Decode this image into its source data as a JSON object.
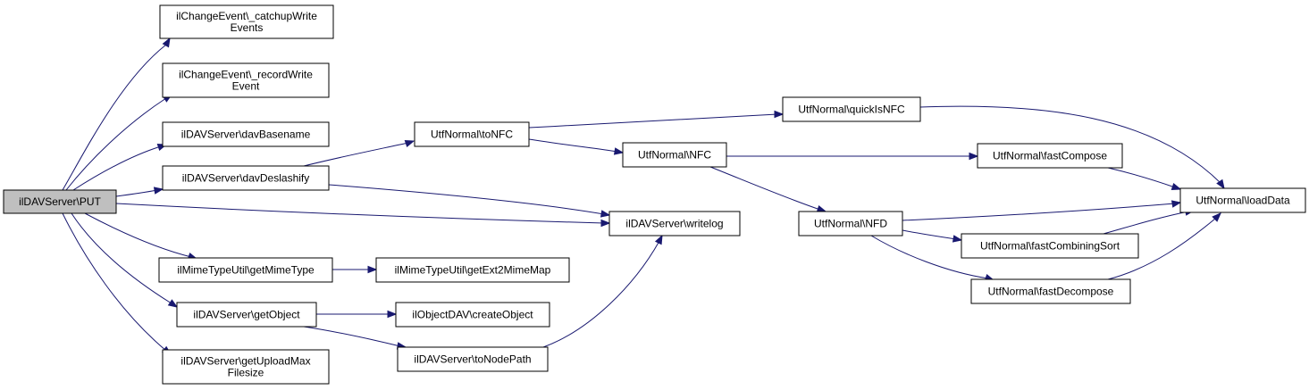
{
  "diagram": {
    "type": "call-graph",
    "colors": {
      "edge": "#191970",
      "root_fill": "#bfbfbf",
      "node_fill": "#ffffff",
      "node_border": "#000000"
    },
    "nodes": [
      {
        "id": "put",
        "lines": [
          "ilDAVServer\\PUT"
        ],
        "root": true
      },
      {
        "id": "catchup",
        "lines": [
          "ilChangeEvent\\_catchupWrite",
          "Events"
        ]
      },
      {
        "id": "record",
        "lines": [
          "ilChangeEvent\\_recordWrite",
          "Event"
        ]
      },
      {
        "id": "basename",
        "lines": [
          "ilDAVServer\\davBasename"
        ]
      },
      {
        "id": "deslashify",
        "lines": [
          "ilDAVServer\\davDeslashify"
        ]
      },
      {
        "id": "getmime",
        "lines": [
          "ilMimeTypeUtil\\getMimeType"
        ]
      },
      {
        "id": "getobject",
        "lines": [
          "ilDAVServer\\getObject"
        ]
      },
      {
        "id": "uploadmax",
        "lines": [
          "ilDAVServer\\getUploadMax",
          "Filesize"
        ]
      },
      {
        "id": "tonfc",
        "lines": [
          "UtfNormal\\toNFC"
        ]
      },
      {
        "id": "writelog",
        "lines": [
          "ilDAVServer\\writelog"
        ]
      },
      {
        "id": "ext2mime",
        "lines": [
          "ilMimeTypeUtil\\getExt2MimeMap"
        ]
      },
      {
        "id": "createobject",
        "lines": [
          "ilObjectDAV\\createObject"
        ]
      },
      {
        "id": "tonodepath",
        "lines": [
          "ilDAVServer\\toNodePath"
        ]
      },
      {
        "id": "quickisnfc",
        "lines": [
          "UtfNormal\\quickIsNFC"
        ]
      },
      {
        "id": "nfc",
        "lines": [
          "UtfNormal\\NFC"
        ]
      },
      {
        "id": "nfd",
        "lines": [
          "UtfNormal\\NFD"
        ]
      },
      {
        "id": "fastcompose",
        "lines": [
          "UtfNormal\\fastCompose"
        ]
      },
      {
        "id": "fastcombining",
        "lines": [
          "UtfNormal\\fastCombiningSort"
        ]
      },
      {
        "id": "fastdecompose",
        "lines": [
          "UtfNormal\\fastDecompose"
        ]
      },
      {
        "id": "loaddata",
        "lines": [
          "UtfNormal\\loadData"
        ]
      }
    ],
    "edges": [
      {
        "from": "put",
        "to": "catchup"
      },
      {
        "from": "put",
        "to": "record"
      },
      {
        "from": "put",
        "to": "basename"
      },
      {
        "from": "put",
        "to": "deslashify"
      },
      {
        "from": "put",
        "to": "writelog"
      },
      {
        "from": "put",
        "to": "getmime"
      },
      {
        "from": "put",
        "to": "getobject"
      },
      {
        "from": "put",
        "to": "uploadmax"
      },
      {
        "from": "deslashify",
        "to": "tonfc"
      },
      {
        "from": "deslashify",
        "to": "writelog"
      },
      {
        "from": "getmime",
        "to": "ext2mime"
      },
      {
        "from": "getobject",
        "to": "createobject"
      },
      {
        "from": "getobject",
        "to": "tonodepath"
      },
      {
        "from": "tonodepath",
        "to": "writelog"
      },
      {
        "from": "tonfc",
        "to": "quickisnfc"
      },
      {
        "from": "tonfc",
        "to": "nfc"
      },
      {
        "from": "quickisnfc",
        "to": "loaddata"
      },
      {
        "from": "nfc",
        "to": "fastcompose"
      },
      {
        "from": "nfc",
        "to": "nfd"
      },
      {
        "from": "fastcompose",
        "to": "loaddata"
      },
      {
        "from": "nfd",
        "to": "loaddata"
      },
      {
        "from": "nfd",
        "to": "fastcombining"
      },
      {
        "from": "nfd",
        "to": "fastdecompose"
      },
      {
        "from": "fastcombining",
        "to": "loaddata"
      },
      {
        "from": "fastdecompose",
        "to": "loaddata"
      }
    ]
  }
}
